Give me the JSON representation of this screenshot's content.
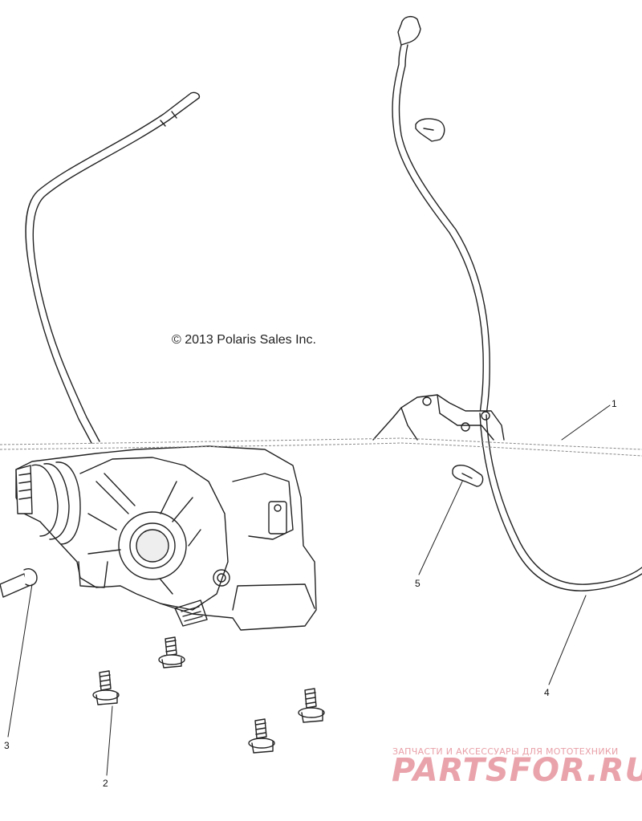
{
  "copyright": "© 2013 Polaris Sales Inc.",
  "callouts": [
    {
      "id": "1",
      "label": "1"
    },
    {
      "id": "2",
      "label": "2"
    },
    {
      "id": "3",
      "label": "3"
    },
    {
      "id": "4",
      "label": "4"
    },
    {
      "id": "5",
      "label": "5"
    }
  ],
  "watermark": {
    "tagline": "ЗАПЧАСТИ И АКСЕССУАРЫ ДЛЯ МОТОТЕХНИКИ",
    "logo_text": "PARTSFOR.RU",
    "color": "#e9a3ab"
  },
  "colors": {
    "line": "#222222",
    "paper": "#ffffff",
    "shade": "#d9d9d9"
  }
}
